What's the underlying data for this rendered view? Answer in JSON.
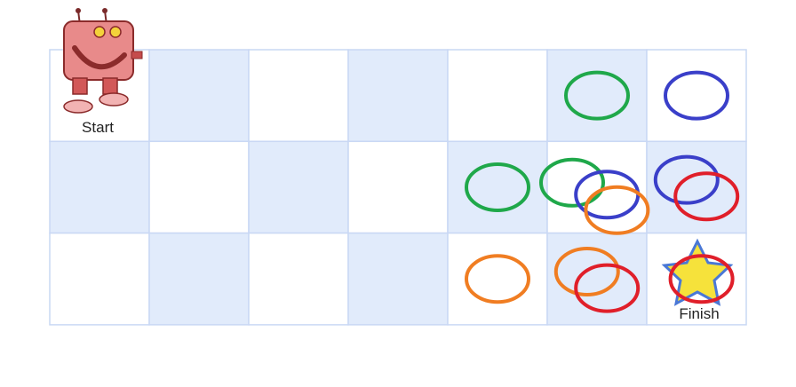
{
  "grid": {
    "rows": 3,
    "cols": 7,
    "colors": {
      "light": "#ffffff",
      "dark": "#e1ebfb",
      "border": "#c9d8f4"
    }
  },
  "labels": {
    "start": "Start",
    "finish": "Finish"
  },
  "robot": {
    "name": "robot-icon",
    "color": "#e06a6a"
  },
  "star": {
    "name": "star-icon",
    "fill": "#f6e23b",
    "stroke": "#4a78d6"
  },
  "paths": [
    {
      "name": "green",
      "color": "#1fa84a",
      "marks": [
        {
          "row": 0,
          "col": 5,
          "dx": 0,
          "dy": 0
        },
        {
          "row": 1,
          "col": 4,
          "dx": 0,
          "dy": 0
        },
        {
          "row": 1,
          "col": 5,
          "dx": -0.25,
          "dy": -0.05
        }
      ]
    },
    {
      "name": "blue",
      "color": "#3a3fc9",
      "marks": [
        {
          "row": 0,
          "col": 6,
          "dx": 0,
          "dy": 0
        },
        {
          "row": 1,
          "col": 6,
          "dx": -0.1,
          "dy": -0.08
        },
        {
          "row": 1,
          "col": 5,
          "dx": 0.1,
          "dy": 0.08
        }
      ]
    },
    {
      "name": "orange",
      "color": "#f07d22",
      "marks": [
        {
          "row": 2,
          "col": 4,
          "dx": 0,
          "dy": 0
        },
        {
          "row": 2,
          "col": 5,
          "dx": -0.1,
          "dy": -0.08
        },
        {
          "row": 1,
          "col": 5,
          "dx": 0.2,
          "dy": 0.25
        }
      ]
    },
    {
      "name": "red",
      "color": "#e01f2a",
      "marks": [
        {
          "row": 1,
          "col": 6,
          "dx": 0.1,
          "dy": 0.1
        },
        {
          "row": 2,
          "col": 5,
          "dx": 0.1,
          "dy": 0.1
        },
        {
          "row": 2,
          "col": 6,
          "dx": 0.05,
          "dy": 0.0
        }
      ]
    }
  ]
}
